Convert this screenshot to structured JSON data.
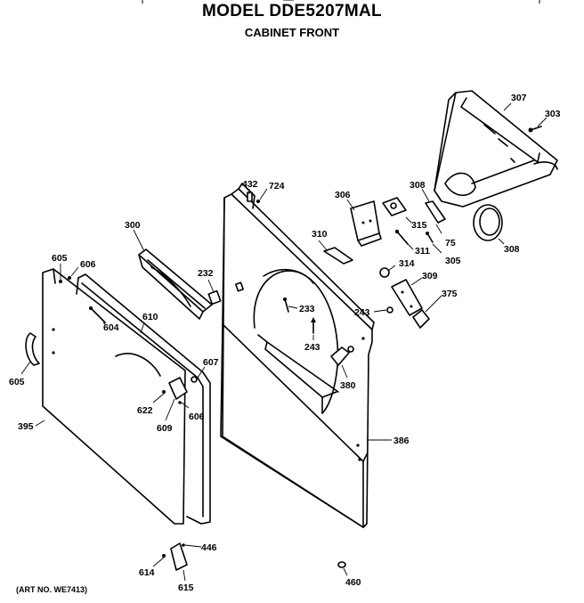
{
  "header": {
    "title": "MODEL DDE5207MAL",
    "subtitle": "CABINET FRONT"
  },
  "footer": {
    "art_no": "(ART NO. WE7413)"
  },
  "callouts": {
    "c307": "307",
    "c303": "303",
    "c306": "306",
    "c308a": "308",
    "c308b": "308",
    "c432": "432",
    "c724": "724",
    "c315": "315",
    "c310": "310",
    "c311": "311",
    "c75": "75",
    "c305": "305",
    "c300": "300",
    "c314": "314",
    "c309": "309",
    "c232": "232",
    "c605a": "605",
    "c606a": "606",
    "c233": "233",
    "c243a": "243",
    "c375": "375",
    "c610": "610",
    "c604": "604",
    "c243b": "243",
    "c607": "607",
    "c380": "380",
    "c605b": "605",
    "c622": "622",
    "c606b": "606",
    "c609": "609",
    "c395": "395",
    "c386": "386",
    "c446": "446",
    "c614": "614",
    "c615": "615",
    "c460": "460"
  }
}
